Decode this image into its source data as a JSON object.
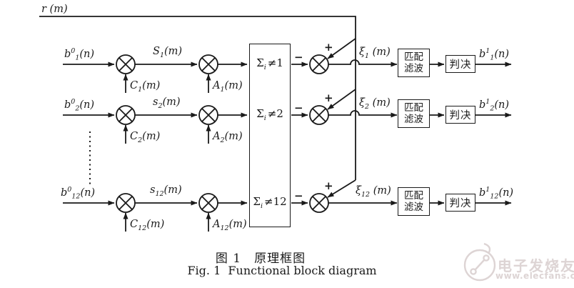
{
  "figure": {
    "r_label": "r (m)",
    "caption_cn": "图 1　原理框图",
    "caption_en": "Fig. 1  Functional block diagram",
    "signs": {
      "minus": "−",
      "plus": "+"
    },
    "colors": {
      "line": "#1a1a1a",
      "background": "#ffffff",
      "watermark": "#ddd4d4"
    }
  },
  "rows": [
    {
      "input": {
        "v": "b",
        "sup": "0",
        "sub": "1",
        "tail": "(n)"
      },
      "c": {
        "v": "C",
        "sub": "1",
        "tail": "(m)"
      },
      "s": {
        "v": "S",
        "sub": "1",
        "tail": "(m)"
      },
      "a": {
        "v": "A",
        "sub": "1",
        "tail": "(m)"
      },
      "sum": {
        "sigma": "Σ",
        "sub": "i",
        "ne": "≠1"
      },
      "xi": {
        "v": "ξ",
        "sub": "1",
        "tail": " (m)"
      },
      "filter_line1": "匹配",
      "filter_line2": "滤波",
      "decision": "判决",
      "output": {
        "v": "b",
        "sup": "1",
        "sub": "1",
        "tail": "(n)"
      }
    },
    {
      "input": {
        "v": "b",
        "sup": "0",
        "sub": "2",
        "tail": "(n)"
      },
      "c": {
        "v": "C",
        "sub": "2",
        "tail": "(m)"
      },
      "s": {
        "v": "s",
        "sub": "2",
        "tail": "(m)"
      },
      "a": {
        "v": "A",
        "sub": "2",
        "tail": "(m)"
      },
      "sum": {
        "sigma": "Σ",
        "sub": "i",
        "ne": "≠2"
      },
      "xi": {
        "v": "ξ",
        "sub": "2",
        "tail": " (m)"
      },
      "filter_line1": "匹配",
      "filter_line2": "滤波",
      "decision": "判决",
      "output": {
        "v": "b",
        "sup": "1",
        "sub": "2",
        "tail": "(n)"
      }
    },
    {
      "input": {
        "v": "b",
        "sup": "0",
        "sub": "12",
        "tail": "(n)"
      },
      "c": {
        "v": "C",
        "sub": "12",
        "tail": "(m)"
      },
      "s": {
        "v": "s",
        "sub": "12",
        "tail": "(m)"
      },
      "a": {
        "v": "A",
        "sub": "12",
        "tail": "(m)"
      },
      "sum": {
        "sigma": "Σ",
        "sub": "i",
        "ne": "≠12"
      },
      "xi": {
        "v": "ξ",
        "sub": "12",
        "tail": " (m)"
      },
      "filter_line1": "匹配",
      "filter_line2": "滤波",
      "decision": "判决",
      "output": {
        "v": "b",
        "sup": "1",
        "sub": "12",
        "tail": "(n)"
      }
    }
  ],
  "watermark": {
    "brand": "电子发烧友",
    "url": "www.elecfans.com",
    "logo_icon": "elecfans-circuit-logo"
  }
}
